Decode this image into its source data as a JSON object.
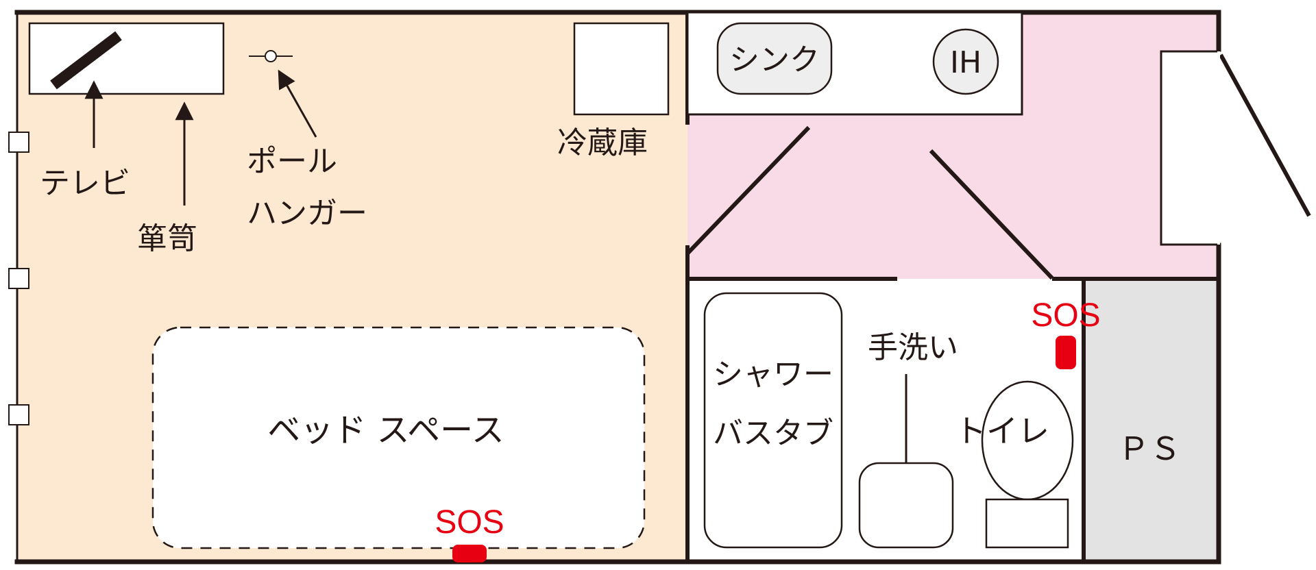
{
  "labels": {
    "tv": "テレビ",
    "chest": "箪笥",
    "pole_hanger_line1": "ポール",
    "pole_hanger_line2": "ハンガー",
    "fridge": "冷蔵庫",
    "sink": "シンク",
    "ih": "IH",
    "bed_space": "ベッド スペース",
    "shower_line1": "シャワー",
    "shower_line2": "バスタブ",
    "hand_wash": "手洗い",
    "toilet": "トイレ",
    "ps": "ＰＳ",
    "sos_bed": "SOS",
    "sos_bath": "SOS"
  },
  "colors": {
    "room": "#fde9d2",
    "entrance": "#f8dbe6",
    "bathroom": "#ffffff",
    "ps": "#e3e3e3",
    "wall": "#231815",
    "alarm": "#e60012",
    "fixture_fill": "#eeeeee"
  },
  "icons": {
    "alarm_button": "sos-button-icon",
    "pole_hanger": "pole-hanger-icon"
  }
}
